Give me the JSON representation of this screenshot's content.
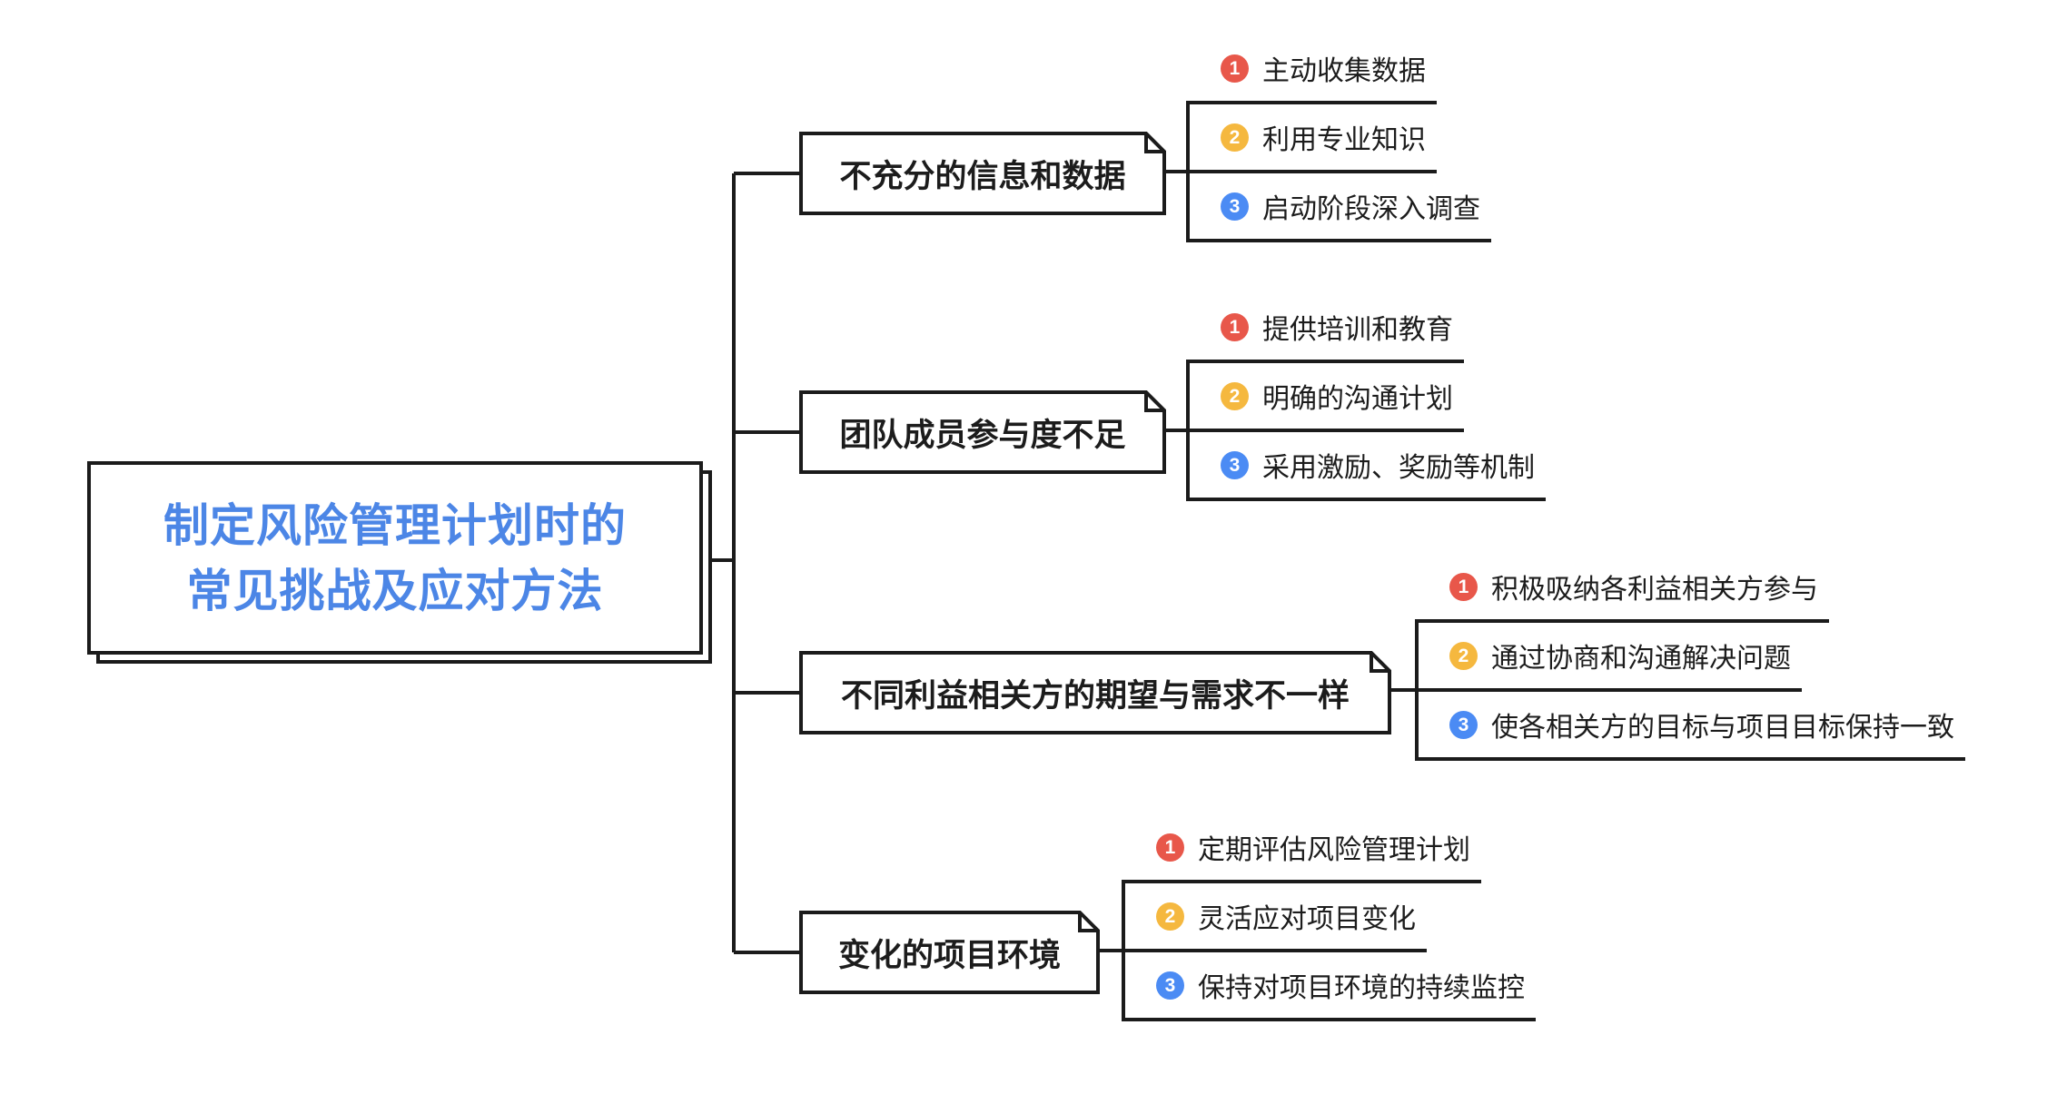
{
  "root": {
    "label_line1": "制定风险管理计划时的",
    "label_line2": "常见挑战及应对方法"
  },
  "branches": [
    {
      "topic": "不充分的信息和数据",
      "children": [
        {
          "num": "1",
          "label": "主动收集数据"
        },
        {
          "num": "2",
          "label": "利用专业知识"
        },
        {
          "num": "3",
          "label": "启动阶段深入调查"
        }
      ]
    },
    {
      "topic": "团队成员参与度不足",
      "children": [
        {
          "num": "1",
          "label": "提供培训和教育"
        },
        {
          "num": "2",
          "label": "明确的沟通计划"
        },
        {
          "num": "3",
          "label": "采用激励、奖励等机制"
        }
      ]
    },
    {
      "topic": "不同利益相关方的期望与需求不一样",
      "children": [
        {
          "num": "1",
          "label": "积极吸纳各利益相关方参与"
        },
        {
          "num": "2",
          "label": "通过协商和沟通解决问题"
        },
        {
          "num": "3",
          "label": "使各相关方的目标与项目目标保持一致"
        }
      ]
    },
    {
      "topic": "变化的项目环境",
      "children": [
        {
          "num": "1",
          "label": "定期评估风险管理计划"
        },
        {
          "num": "2",
          "label": "灵活应对项目变化"
        },
        {
          "num": "3",
          "label": "保持对项目环境的持续监控"
        }
      ]
    }
  ],
  "colors": {
    "root_text": "#4C86E6",
    "badge_1": "#E8574A",
    "badge_2": "#F5B83F",
    "badge_3": "#4B8BF4",
    "line": "#1B1B1B",
    "node_fill": "#FFFFFF"
  }
}
